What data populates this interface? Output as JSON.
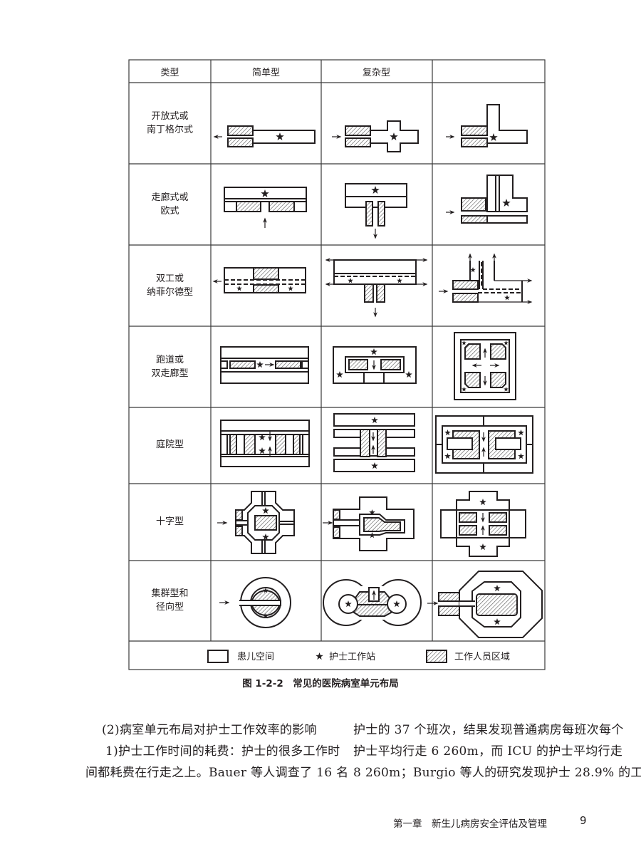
{
  "table": {
    "headers": [
      "类型",
      "简单型",
      "复杂型",
      ""
    ],
    "rows": [
      {
        "label_lines": [
          "开放式或",
          "南丁格尔式"
        ]
      },
      {
        "label_lines": [
          "走廊式或",
          "欧式"
        ]
      },
      {
        "label_lines": [
          "双工或",
          "纳菲尔德型"
        ]
      },
      {
        "label_lines": [
          "跑道或",
          "双走廊型"
        ]
      },
      {
        "label_lines": [
          "庭院型"
        ]
      },
      {
        "label_lines": [
          "十字型"
        ]
      },
      {
        "label_lines": [
          "集群型和",
          "径向型"
        ]
      }
    ],
    "legend": {
      "patient_space": "患儿空间",
      "nurse_station": "护士工作站",
      "staff_area": "工作人员区域"
    }
  },
  "caption": "图 1-2-2　常见的医院病室单元布局",
  "body": {
    "left_lines": [
      "(2)病室单元布局对护士工作效率的影响",
      "1)护士工作时间的耗费：护士的很多工作时",
      "间都耗费在行走之上。Bauer 等人调查了 16 名"
    ],
    "right_lines": [
      "护士的 37 个班次，结果发现普通病房每班次每个",
      "护士平均行走 6 260m，而 ICU 的护士平均行走",
      "8 260m；Burgio 等人的研究发现护士 28.9% 的工"
    ]
  },
  "footer": {
    "chapter": "第一章　新生儿病房安全评估及管理",
    "page_number": "9"
  }
}
